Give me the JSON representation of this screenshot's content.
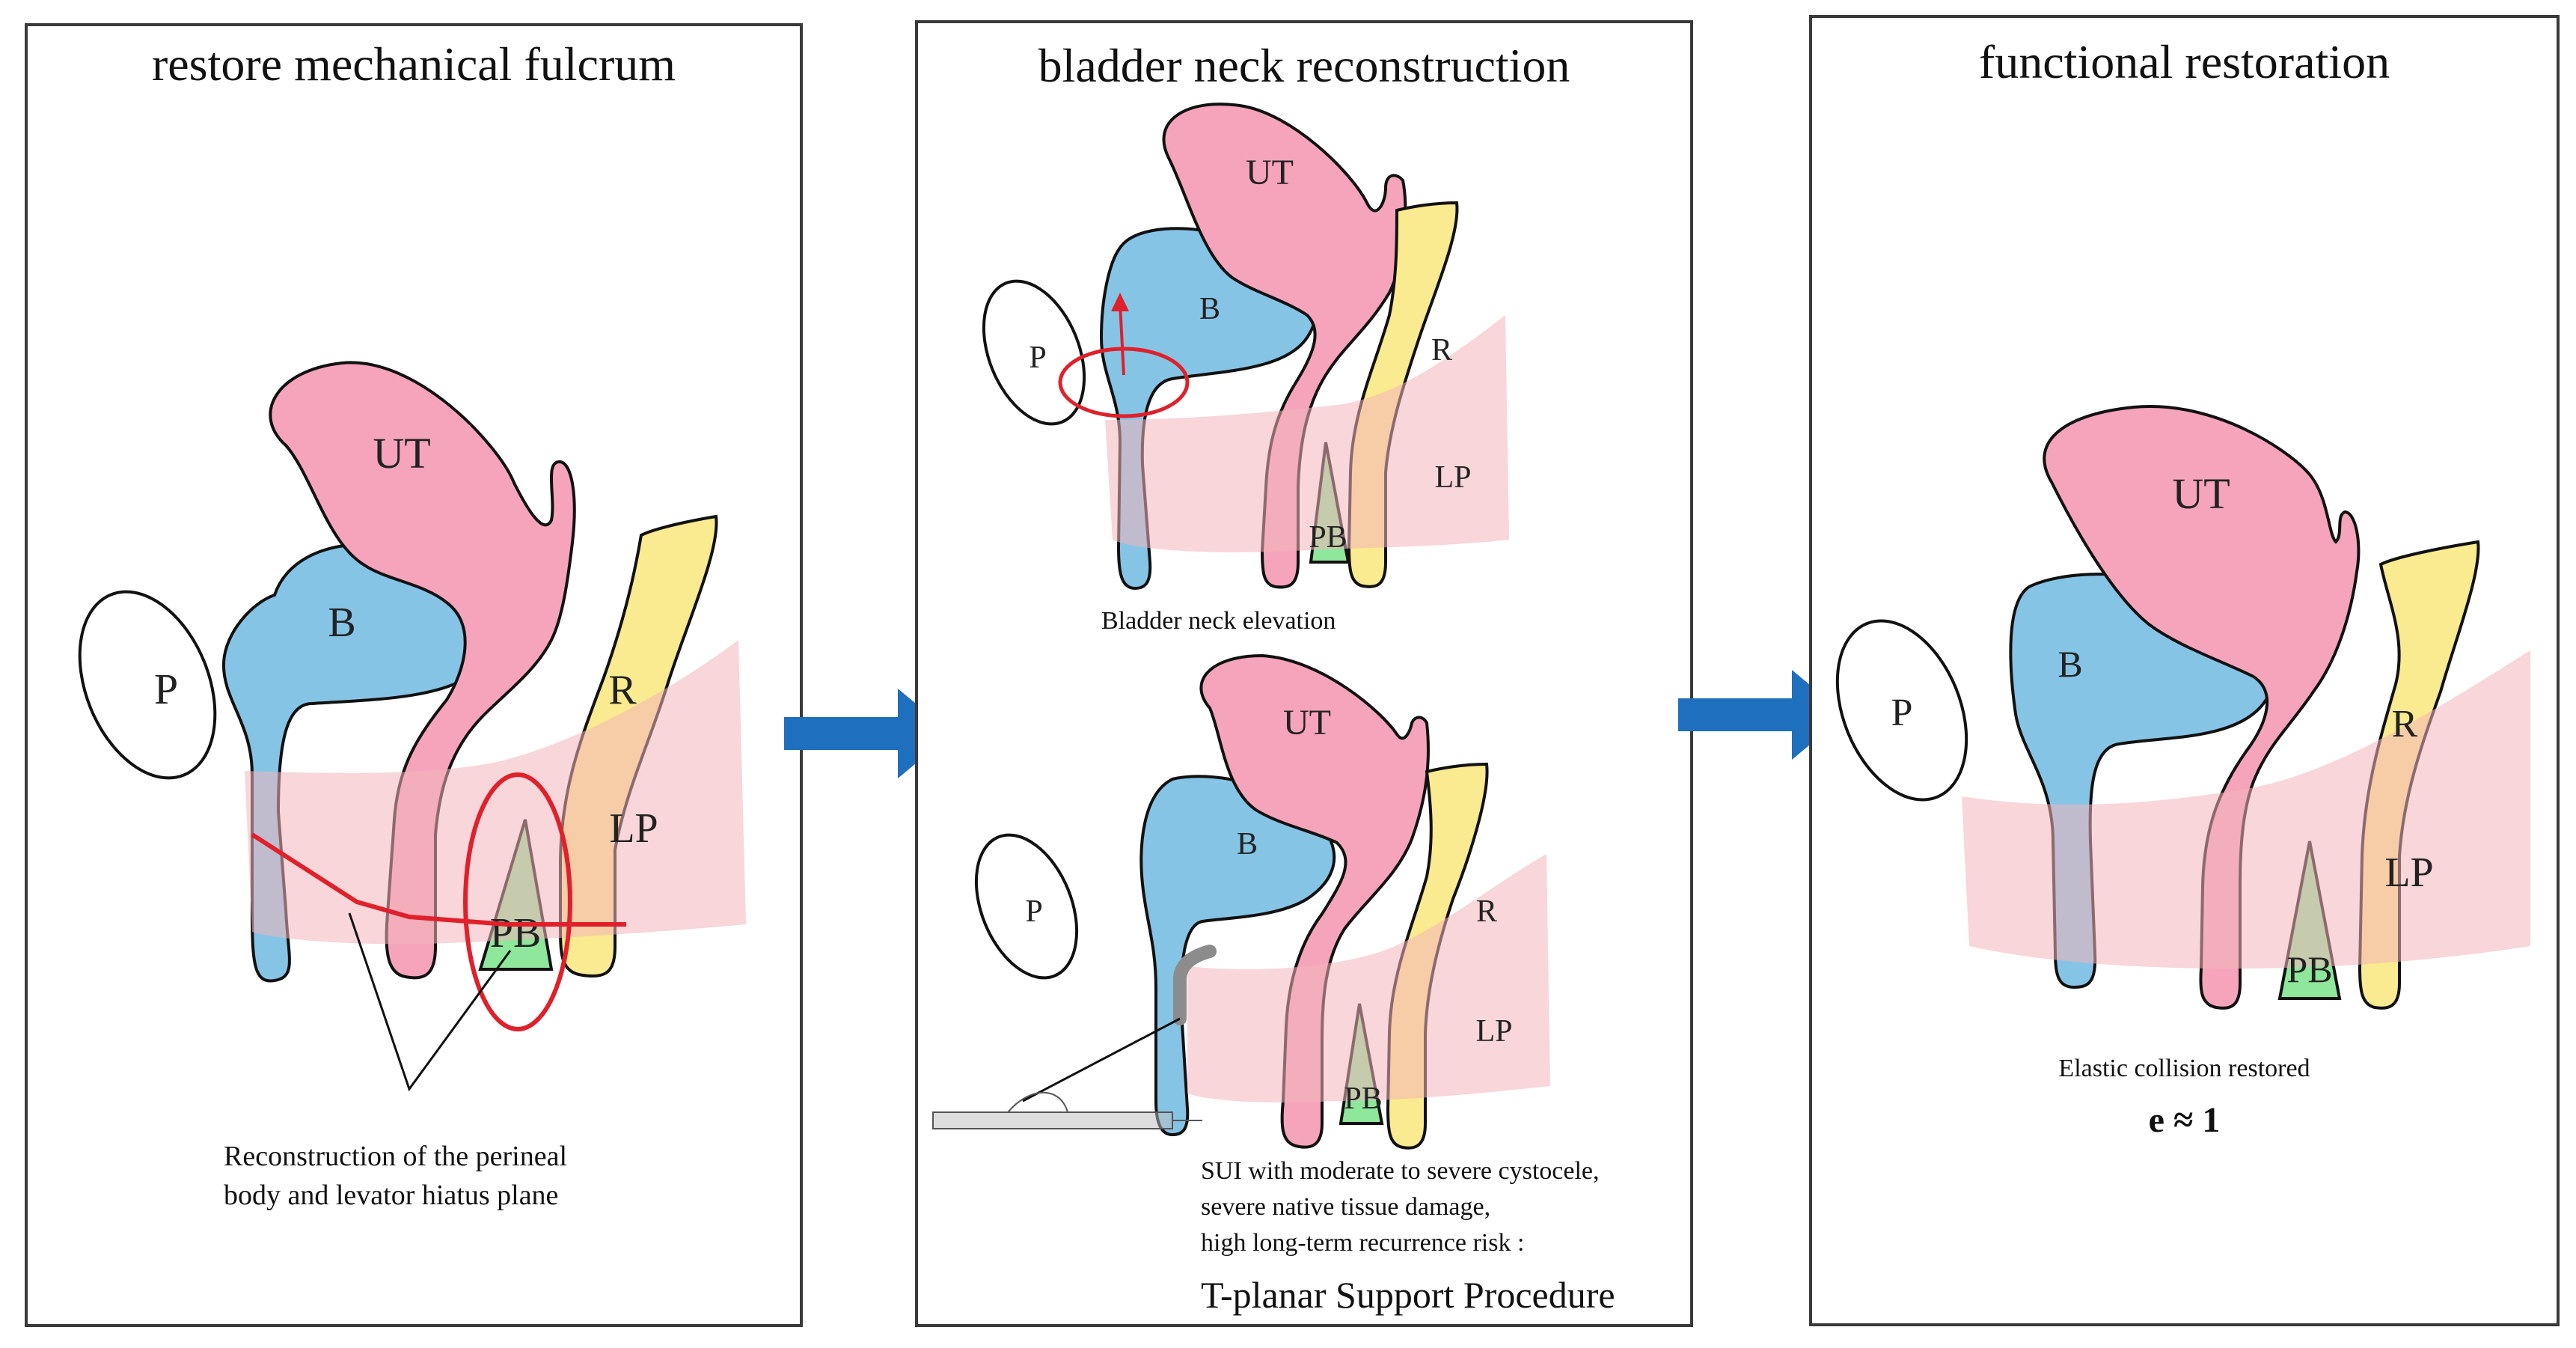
{
  "panels": [
    {
      "title": "restore mechanical fulcrum"
    },
    {
      "title": "bladder neck reconstruction"
    },
    {
      "title": "functional restoration"
    }
  ],
  "organ_labels": {
    "UT": "UT",
    "B": "B",
    "P": "P",
    "R": "R",
    "LP": "LP",
    "PB": "PB"
  },
  "captions": {
    "p1_line1": "Reconstruction of the perineal",
    "p1_line2": "body and levator hiatus plane",
    "p2_top": "Bladder neck elevation",
    "p2_line1": "SUI with moderate to severe cystocele,",
    "p2_line2": "severe native tissue damage,",
    "p2_line3": "high long-term recurrence risk :",
    "p2_procedure": "T-planar Support Procedure",
    "p3_line1": "Elastic collision restored",
    "p3_formula": "e ≈ 1"
  },
  "colors": {
    "uterus": "#f6a4bb",
    "bladder": "#86c4e6",
    "rectum": "#faea90",
    "perineal_body": "#8ee79b",
    "levator_plane": "#f3b5b9",
    "annotation_red": "#e0202a",
    "arrow_blue": "#1f6fbf",
    "mesh_gray": "#8c8c8c"
  }
}
